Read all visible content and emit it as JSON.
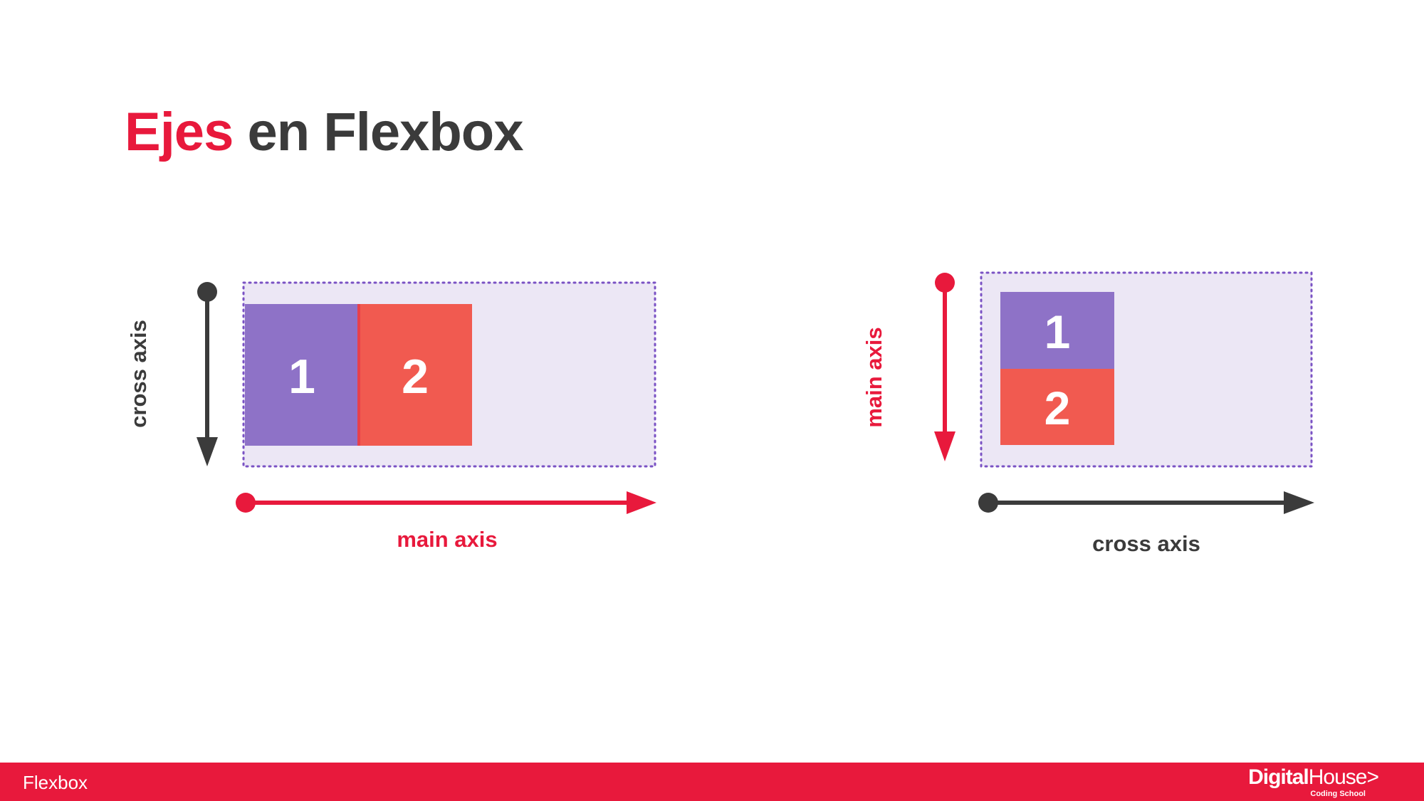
{
  "slide": {
    "title_accent": "Ejes",
    "title_rest": "en Flexbox"
  },
  "left_diagram": {
    "item1": "1",
    "item2": "2",
    "vertical_label": "cross axis",
    "horizontal_label": "main axis"
  },
  "right_diagram": {
    "item1": "1",
    "item2": "2",
    "vertical_label": "main axis",
    "horizontal_label": "cross axis"
  },
  "footer": {
    "label": "Flexbox",
    "logo_bold": "Digital",
    "logo_light": "House",
    "logo_chevron": ">",
    "logo_sub": "Coding School"
  },
  "colors": {
    "accent": "#e8193c",
    "dark": "#3b3b3b",
    "item1": "#8e72c7",
    "item2": "#f15a50",
    "container_bg": "#ece7f5",
    "container_border": "#7a52c4"
  }
}
